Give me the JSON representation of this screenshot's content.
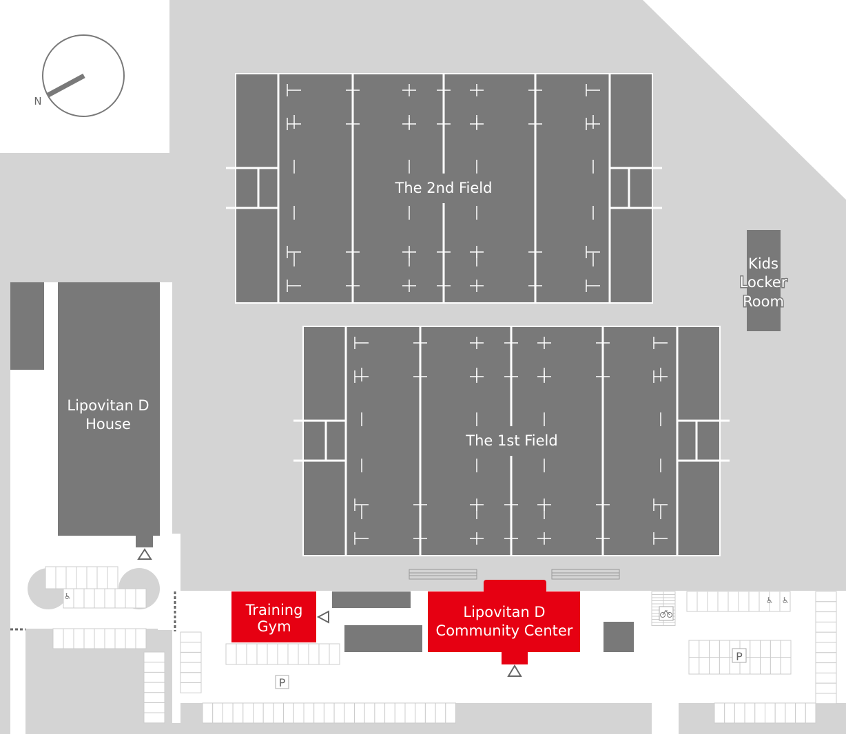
{
  "compass": {
    "north_label": "N"
  },
  "fields": [
    {
      "name": "The 2nd Field"
    },
    {
      "name": "The 1st Field"
    }
  ],
  "buildings": {
    "kids_locker_room": [
      "Kids",
      "Locker",
      "Room"
    ],
    "lipovitan_house": [
      "Lipovitan D",
      "House"
    ],
    "training_gym": [
      "Training",
      "Gym"
    ],
    "community_center": [
      "Lipovitan D",
      "Community Center"
    ]
  },
  "parking_label": "P",
  "colors": {
    "ground": "#d4d4d4",
    "building": "#797979",
    "highlight": "#e60012",
    "road": "#ffffff"
  }
}
